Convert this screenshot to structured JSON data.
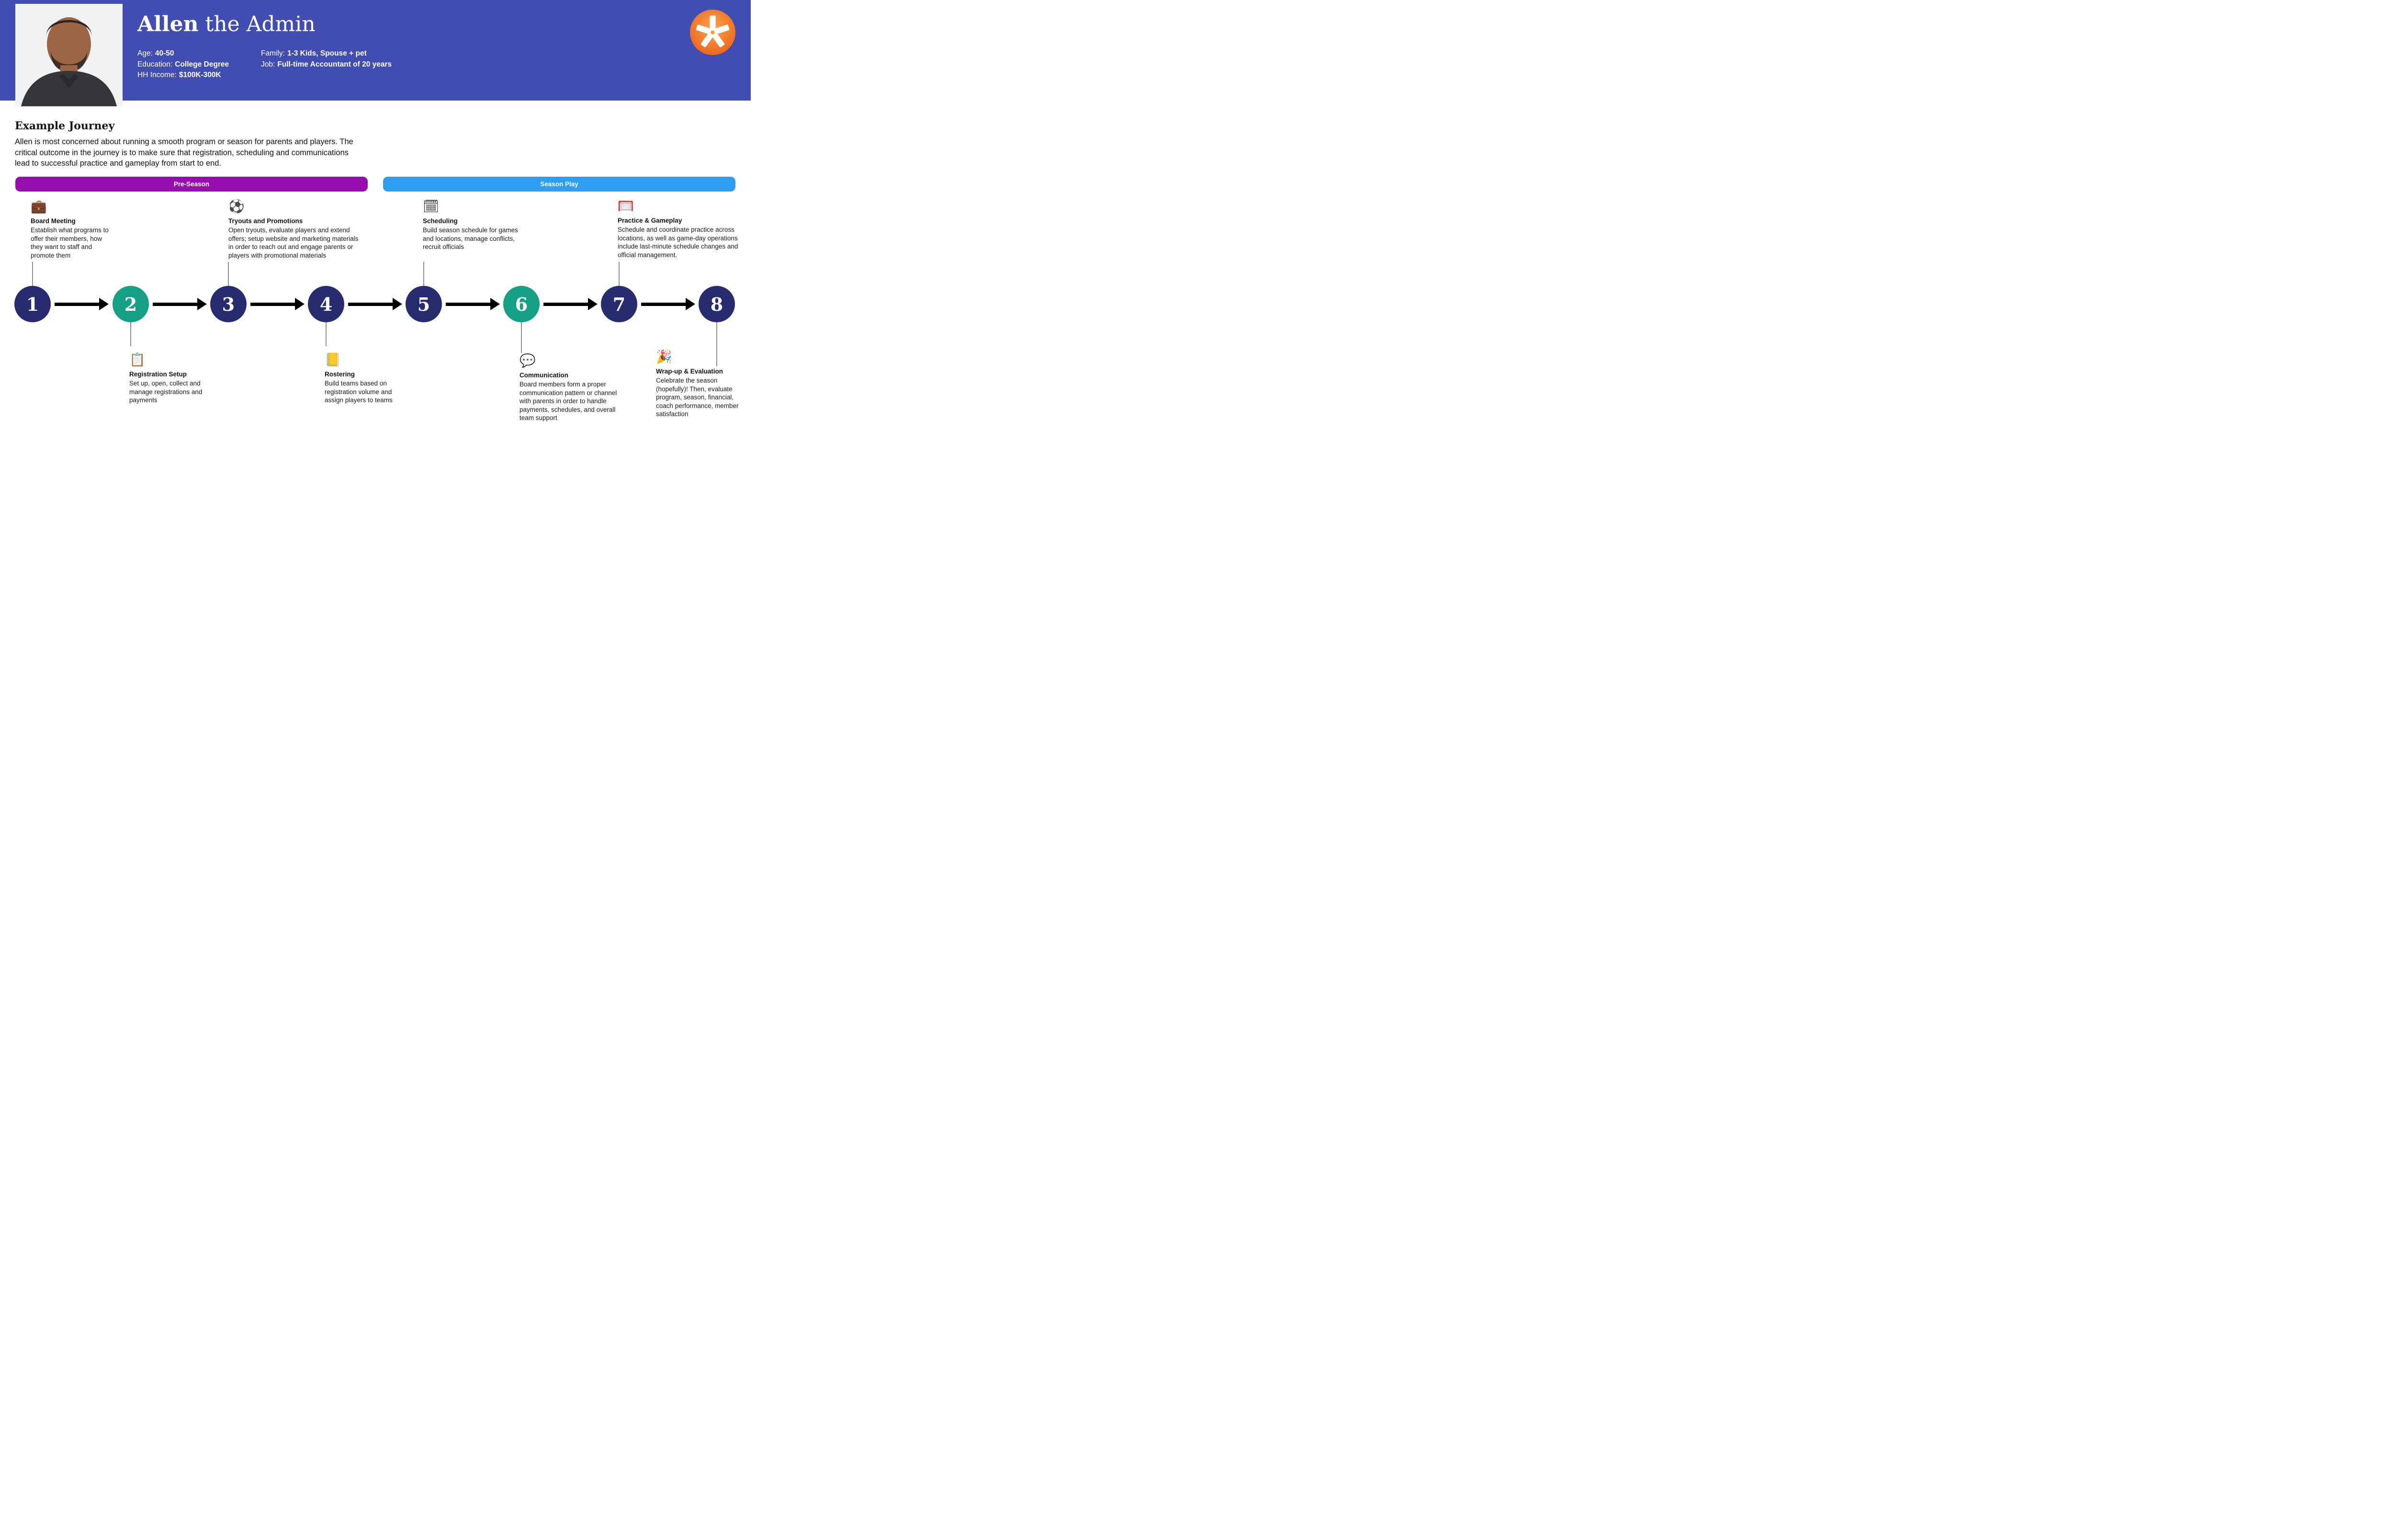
{
  "persona": {
    "title_bold": "Allen",
    "title_rest": " the Admin",
    "details": [
      {
        "label": "Age:",
        "value": "40-50"
      },
      {
        "label": "Education:",
        "value": "College Degree"
      },
      {
        "label": "HH Income:",
        "value": "$100K-300K"
      },
      {
        "label": "Family:",
        "value": "1-3 Kids, Spouse + pet"
      },
      {
        "label": "Job:",
        "value": "Full-time Accountant of 20 years"
      }
    ]
  },
  "logo": {
    "glyph": "asterisk",
    "shape": "orange circle with white 5-arm asterisk"
  },
  "journey": {
    "heading": "Example Journey",
    "description": "Allen is most concerned about running a smooth program or season for parents and players. The critical outcome in the journey is to make sure that registration, scheduling and communications lead to successful practice and gameplay from start to end.",
    "phases": [
      {
        "label": "Pre-Season",
        "color": "#970DAD"
      },
      {
        "label": "Season Play",
        "color": "#2F9DF2"
      }
    ],
    "steps": [
      {
        "num": "1",
        "icon": "💼",
        "icon_name": "briefcase-icon",
        "title": "Board Meeting",
        "text": "Establish what programs to offer their members, how they want to staff and promote them",
        "position": "top",
        "highlight": false
      },
      {
        "num": "2",
        "icon": "📋",
        "icon_name": "clipboard-icon",
        "title": "Registration Setup",
        "text": "Set up, open, collect and manage registrations and payments",
        "position": "bottom",
        "highlight": true
      },
      {
        "num": "3",
        "icon": "⚽",
        "icon_name": "soccer-ball-icon",
        "title": "Tryouts and Promotions",
        "text": "Open tryouts, evaluate players and extend offers; setup website and marketing materials in order to reach out and engage parents or players with promotional materials",
        "position": "top",
        "highlight": false
      },
      {
        "num": "4",
        "icon": "📒",
        "icon_name": "ledger-icon",
        "title": "Rostering",
        "text": "Build teams based on registration volume and assign players to teams",
        "position": "bottom",
        "highlight": false
      },
      {
        "num": "5",
        "icon": "🗓",
        "icon_name": "spiral-calendar-icon",
        "title": "Scheduling",
        "text": "Build season schedule for games and locations, manage conflicts, recruit officials",
        "position": "top",
        "highlight": false
      },
      {
        "num": "6",
        "icon": "💬",
        "icon_name": "speech-bubble-icon",
        "title": "Communication",
        "text": "Board members form a proper communication pattern or channel with parents in order to handle payments, schedules, and overall team support",
        "position": "bottom",
        "highlight": true
      },
      {
        "num": "7",
        "icon": "🥅",
        "icon_name": "goal-net-icon",
        "title": "Practice & Gameplay",
        "text": "Schedule and coordinate practice across locations, as well as game-day operations include last-minute schedule changes and official management.",
        "position": "top",
        "highlight": false
      },
      {
        "num": "8",
        "icon": "🎉",
        "icon_name": "party-popper-icon",
        "title": "Wrap-up & Evaluation",
        "text": "Celebrate the season (hopefully)! Then, evaluate program, season, financial, coach performance, member satisfaction",
        "position": "bottom",
        "highlight": false
      }
    ]
  },
  "colors": {
    "header_bg": "#424DB2",
    "pre_season": "#970DAD",
    "season_play": "#2F9DF2",
    "circle_default": "#272C6E",
    "circle_highlight": "#16A085",
    "logo_orange": "#EC621B",
    "arrow_black": "#000000",
    "connector_gray": "#8F8F8F"
  }
}
